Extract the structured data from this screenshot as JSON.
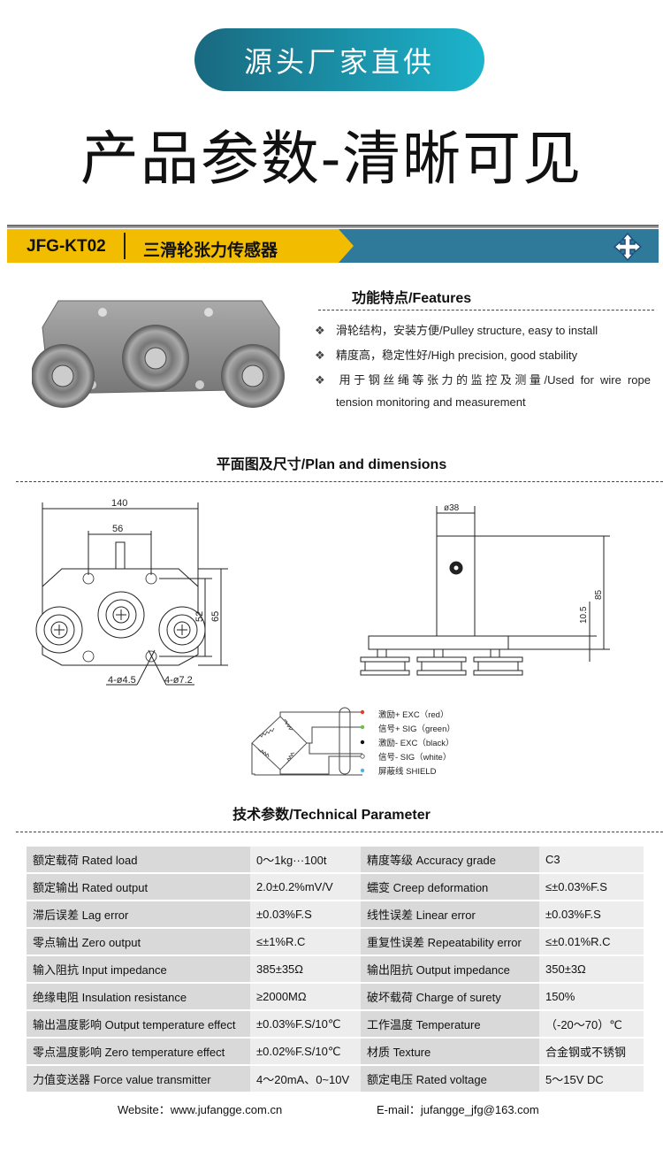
{
  "banner": {
    "pill": "源头厂家直供",
    "title": "产品参数-清晰可见"
  },
  "product": {
    "model": "JFG-KT02",
    "name": "三滑轮张力传感器",
    "icon": "move-cross-icon",
    "accent_yellow": "#f2bd00",
    "accent_blue": "#2f7a9a"
  },
  "features": {
    "title": "功能特点/Features",
    "items": [
      "滑轮结构，安装方便/Pulley structure, easy to install",
      "精度高，稳定性好/High precision, good stability",
      "用于钢丝绳等张力的监控及测量/Used for wire rope",
      "tension monitoring and measurement"
    ]
  },
  "plan": {
    "title": "平面图及尺寸/Plan and dimensions",
    "dims": {
      "width": "140",
      "hole_spacing": "56",
      "height_52": "52",
      "height_65": "65",
      "hole_small": "4-ø4.5",
      "hole_large": "4-ø7.2",
      "diameter": "ø38",
      "h85": "85",
      "h10": "10.5"
    }
  },
  "wiring": [
    {
      "label": "激励+ EXC（red）",
      "color": "#e53b2c"
    },
    {
      "label": "信号+ SIG（green）",
      "color": "#6cc04a"
    },
    {
      "label": "激励- EXC（black）",
      "color": "#111111"
    },
    {
      "label": "信号- SIG（white）",
      "color": "#ffffff"
    },
    {
      "label": "屏蔽线 SHIELD",
      "color": "#4fb3e0"
    }
  ],
  "params": {
    "title": "技术参数/Technical Parameter",
    "rows": [
      [
        "额定载荷 Rated load",
        "0～1kg···100t",
        "精度等级 Accuracy grade",
        "C3"
      ],
      [
        "额定输出 Rated output",
        "2.0±0.2%mV/V",
        "蠕变 Creep deformation",
        "≤±0.03%F.S"
      ],
      [
        "滞后误差 Lag error",
        "±0.03%F.S",
        "线性误差 Linear error",
        "±0.03%F.S"
      ],
      [
        "零点输出 Zero output",
        "≤±1%R.C",
        "重复性误差 Repeatability error",
        "≤±0.01%R.C"
      ],
      [
        "输入阻抗 Input impedance",
        "385±35Ω",
        "输出阻抗 Output impedance",
        "350±3Ω"
      ],
      [
        "绝缘电阻 Insulation resistance",
        "≥2000MΩ",
        "破坏载荷 Charge of surety",
        "150%"
      ],
      [
        "输出温度影响 Output temperature effect",
        "±0.03%F.S/10℃",
        "工作温度 Temperature",
        "（-20～70）℃"
      ],
      [
        "零点温度影响 Zero temperature effect",
        "±0.02%F.S/10℃",
        "材质 Texture",
        "合金钢或不锈钢"
      ],
      [
        "力值变送器 Force value transmitter",
        "4～20mA、0~10V",
        "额定电压 Rated voltage",
        "5～15V DC"
      ]
    ]
  },
  "footer": {
    "website": "Website：www.jufangge.com.cn",
    "email": "E-mail：jufangge_jfg@163.com"
  }
}
